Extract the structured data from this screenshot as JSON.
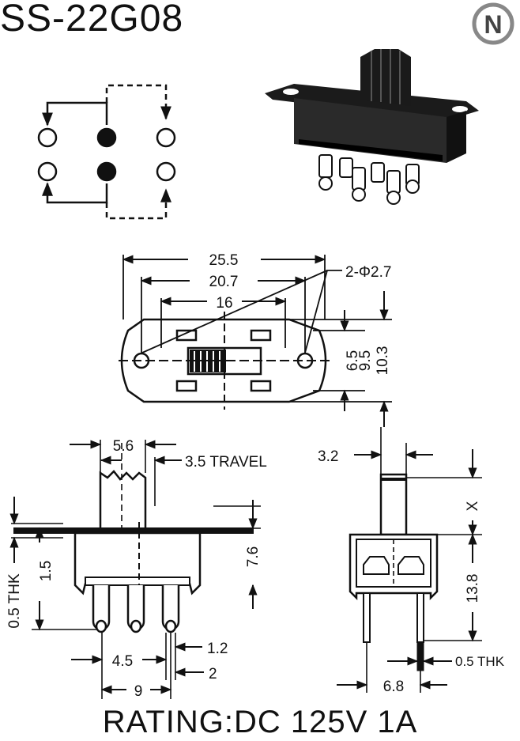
{
  "title": "SS-22G08",
  "logo_letter": "N",
  "rating": "RATING:DC 125V 1A",
  "top_view": {
    "overall_width": "25.5",
    "hole_spacing": "20.7",
    "slot_width": "16",
    "hole_diameter": "2-Φ2.7",
    "height_inner": "6.5",
    "height_mid": "9.5",
    "height_outer": "10.3"
  },
  "side_view": {
    "actuator_width": "5.6",
    "travel": "3.5 TRAVEL",
    "thickness": "0.5 THK",
    "flange_height": "1.5",
    "body_height": "7.6",
    "pin_pitch": "4.5",
    "pin_width": "1.2",
    "pin_hole": "2",
    "pin_span": "9"
  },
  "end_view": {
    "actuator_width": "3.2",
    "actuator_height": "X",
    "body_height": "13.8",
    "pin_spacing": "6.8",
    "pin_thickness": "0.5 THK"
  }
}
